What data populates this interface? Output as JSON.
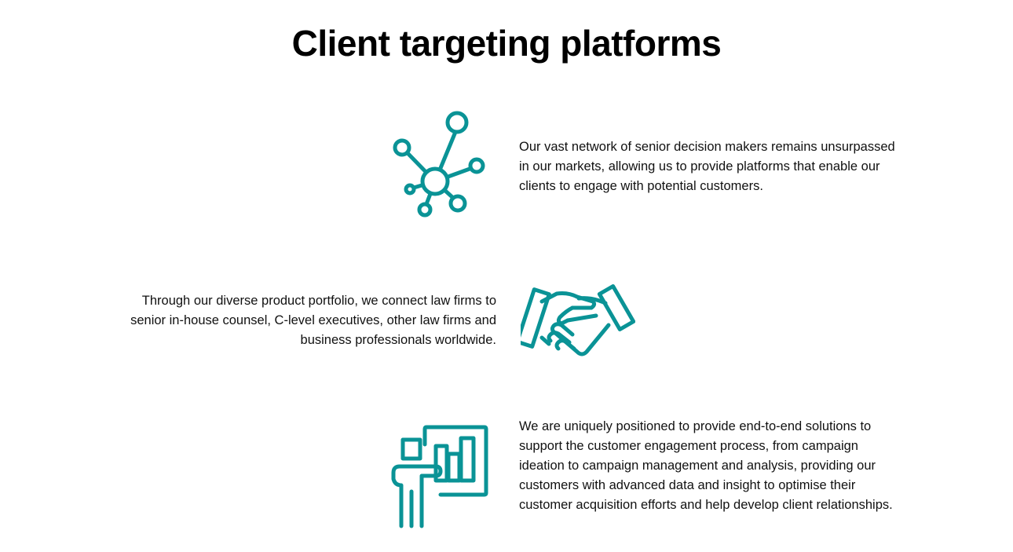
{
  "page": {
    "title": "Client targeting platforms"
  },
  "theme": {
    "accent": "#0a9396"
  },
  "features": [
    {
      "icon": "network-icon",
      "text": "Our vast network of senior decision makers remains unsurpassed in our markets, allowing us to provide platforms that enable our clients to engage with potential customers."
    },
    {
      "icon": "handshake-icon",
      "text": "Through our diverse product portfolio, we connect law firms to senior in-house counsel, C-level executives, other law firms and business professionals worldwide."
    },
    {
      "icon": "presentation-chart-icon",
      "text": "We are uniquely positioned to provide end-to-end solutions to support the customer engagement process, from campaign ideation to campaign management and analysis, providing our customers with advanced data and insight to optimise their customer acquisition efforts and help develop client relationships."
    }
  ]
}
